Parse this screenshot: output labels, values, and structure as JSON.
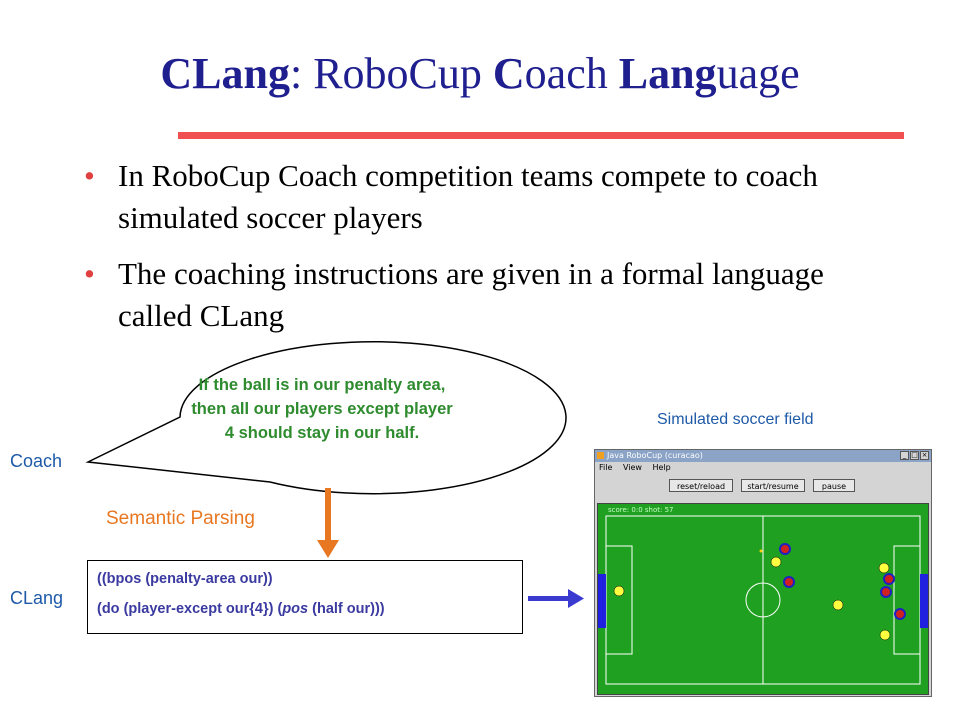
{
  "title": {
    "bold1": "CLang",
    "rest1": ": RoboCup ",
    "bold2": "C",
    "rest2": "oach ",
    "bold3": "Lang",
    "rest3": "uage"
  },
  "bullets": [
    "In RoboCup Coach competition teams compete to coach simulated soccer players",
    "The coaching instructions are given in a formal language called CLang"
  ],
  "bullet_symbol": "•",
  "coach_advice": "If the ball is in our penalty area, then all our players except player 4 should stay in our half.",
  "labels": {
    "coach": "Coach",
    "clang": "CLang",
    "semantic_parsing": "Semantic Parsing",
    "simulated_field": "Simulated soccer field"
  },
  "clang": {
    "line1": "((bpos (penalty-area our))",
    "line2_pre": "(do (player-except our{4}) (",
    "line2_italic": "pos",
    "line2_post": " (half our)))"
  },
  "window": {
    "title": "Java RoboCup (curacao)",
    "menu": [
      "File",
      "View",
      "Help"
    ],
    "buttons": [
      "reset/reload",
      "start/resume",
      "pause"
    ],
    "score": "score: 0:0 shot: 57",
    "controls": [
      "_",
      "□",
      "×"
    ]
  },
  "colors": {
    "title": "#1f1f8f",
    "rule": "#f05050",
    "bullet": "#e04040",
    "advice_text": "#2e8b2e",
    "label_blue": "#1e5aa8",
    "parsing_orange": "#e87722",
    "arrow_blue": "#3a3ad0",
    "pitch_green": "#20a020"
  }
}
